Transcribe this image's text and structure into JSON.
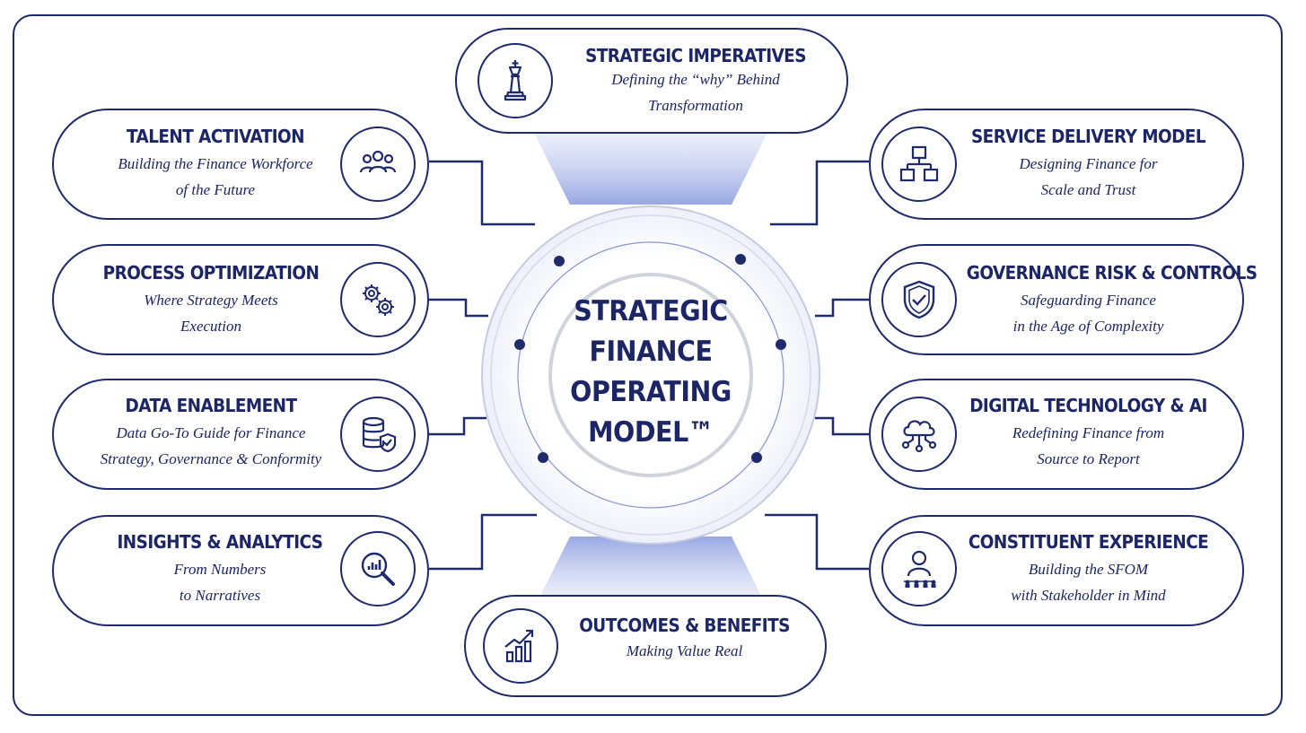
{
  "center": {
    "lines": [
      "STRATEGIC",
      "FINANCE",
      "OPERATING",
      "MODEL™"
    ]
  },
  "components": {
    "strategic_imperatives": {
      "title": "STRATEGIC IMPERATIVES",
      "sub1": "Defining the “why” Behind",
      "sub2": "Transformation",
      "icon": "chess-king-icon"
    },
    "talent_activation": {
      "title": "TALENT ACTIVATION",
      "sub1": "Building the Finance Workforce",
      "sub2": "of the Future",
      "icon": "people-group-icon"
    },
    "process_optimization": {
      "title": "PROCESS OPTIMIZATION",
      "sub1": "Where Strategy Meets",
      "sub2": "Execution",
      "icon": "gears-icon"
    },
    "data_enablement": {
      "title": "DATA ENABLEMENT",
      "sub1": "Data Go-To Guide for Finance",
      "sub2": "Strategy, Governance & Conformity",
      "icon": "database-shield-icon"
    },
    "insights_analytics": {
      "title": "INSIGHTS & ANALYTICS",
      "sub1": "From Numbers",
      "sub2": "to Narratives",
      "icon": "magnifier-chart-icon"
    },
    "outcomes_benefits": {
      "title": "OUTCOMES & BENEFITS",
      "sub1": "Making Value Real",
      "icon": "growth-chart-icon"
    },
    "service_delivery": {
      "title": "SERVICE DELIVERY MODEL",
      "sub1": "Designing Finance for",
      "sub2": "Scale and Trust",
      "icon": "org-chart-icon"
    },
    "governance": {
      "title": "GOVERNANCE RISK & CONTROLS",
      "sub1": "Safeguarding Finance",
      "sub2": "in the Age of Complexity",
      "icon": "shield-check-icon"
    },
    "digital_ai": {
      "title": "DIGITAL TECHNOLOGY & AI",
      "sub1": "Redefining Finance from",
      "sub2": "Source to Report",
      "icon": "cloud-network-icon"
    },
    "constituent": {
      "title": "CONSTITUENT EXPERIENCE",
      "sub1": "Building the SFOM",
      "sub2": "with Stakeholder in Mind",
      "icon": "stakeholder-icon"
    }
  },
  "colors": {
    "navy": "#1f2a6b",
    "beam": "#aab6e6"
  }
}
